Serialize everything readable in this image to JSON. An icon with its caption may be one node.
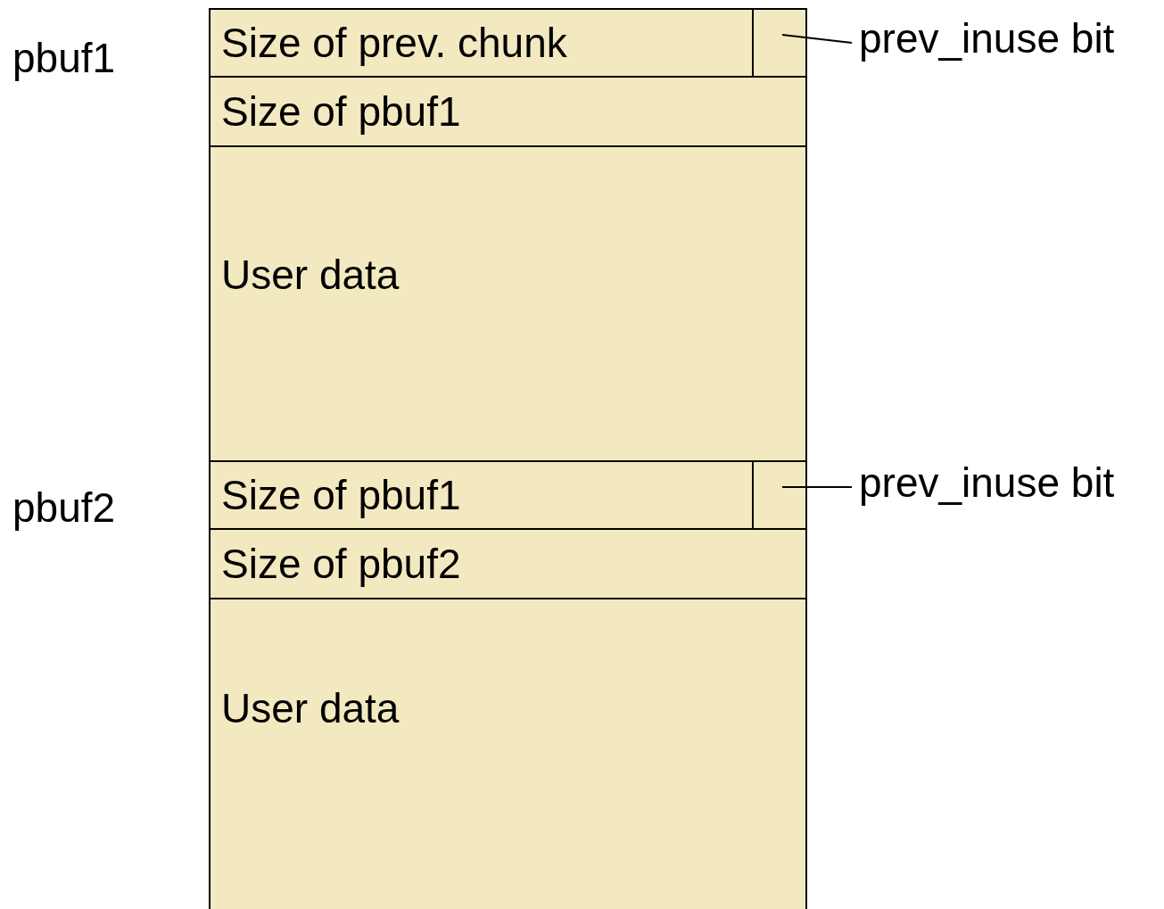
{
  "diagram": {
    "nodes": [
      {
        "text": [
          "Size of prev. chunk"
        ]
      },
      {
        "text": [],
        "shape": "box"
      },
      {
        "text": [
          "prev_inuse bit"
        ]
      },
      {
        "text": [
          "Size of pbuf1"
        ]
      },
      {
        "text": [
          "User data"
        ]
      },
      {
        "text": [
          "Size of pbuf1"
        ]
      },
      {
        "text": [],
        "shape": "box"
      },
      {
        "text": [
          "prev_inuse bit"
        ]
      },
      {
        "text": [
          "Size of pbuf2"
        ]
      },
      {
        "text": [
          "User data"
        ]
      }
    ],
    "edges": [
      {
        "from": 2,
        "to": 1,
        "arrow": "none"
      },
      {
        "from": 7,
        "to": 6,
        "arrow": "none"
      }
    ],
    "labels": [
      "pbuf1",
      "pbuf2"
    ]
  }
}
